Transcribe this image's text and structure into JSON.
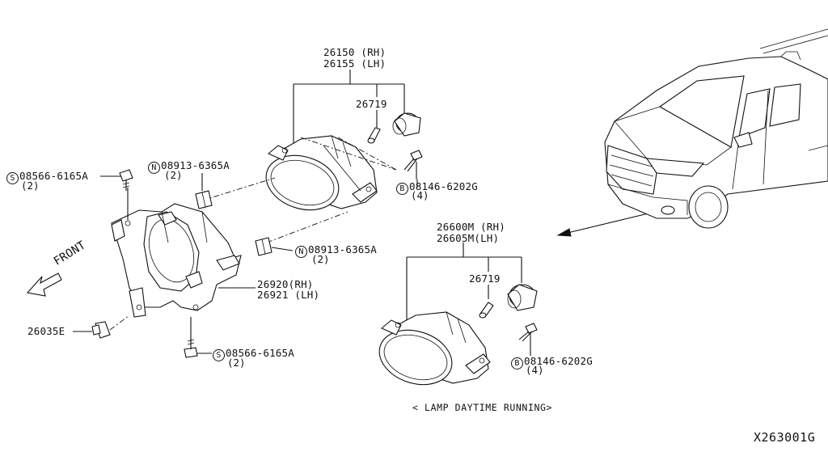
{
  "labels": {
    "top_lamp_rh": "26150 (RH)",
    "top_lamp_lh": "26155 (LH)",
    "top_bulb": "26719",
    "bottom_lamp_rh": "26600M (RH)",
    "bottom_lamp_lh": "26605M(LH)",
    "bottom_bulb": "26719",
    "bracket_rh": "26920(RH)",
    "bracket_lh": "26921 (LH)",
    "clip": "26035E",
    "front": "FRONT"
  },
  "screws": {
    "top_left": {
      "symbol": "S",
      "part": "08566-6165A",
      "qty": "(2)"
    },
    "bottom": {
      "symbol": "S",
      "part": "08566-6165A",
      "qty": "(2)"
    }
  },
  "nuts": {
    "upper": {
      "symbol": "N",
      "part": "08913-6365A",
      "qty": "(2)"
    },
    "lower": {
      "symbol": "N",
      "part": "08913-6365A",
      "qty": "(2)"
    }
  },
  "bolts": {
    "top": {
      "symbol": "B",
      "part": "08146-6202G",
      "qty": "(4)"
    },
    "bottom": {
      "symbol": "B",
      "part": "08146-6202G",
      "qty": "(4)"
    }
  },
  "caption": "< LAMP DAYTIME RUNNING>",
  "diagram_code": "X263001G"
}
